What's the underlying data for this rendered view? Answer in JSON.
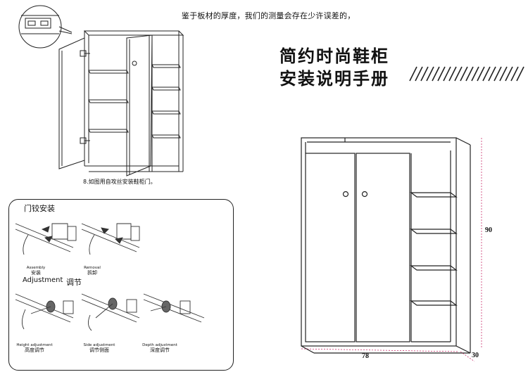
{
  "header": {
    "note": "鉴于板材的厚度，我们的测量会存在少许误差的，",
    "title_line1": "简约时尚鞋柜",
    "title_line2": "安装说明手册"
  },
  "step8": {
    "caption": "8.如图用自攻丝安装鞋柜门。"
  },
  "hinge_section": {
    "title": "门铰安装",
    "assembly": {
      "en": "Assembly",
      "cn": "安装"
    },
    "removal": {
      "en": "Removal",
      "cn": "拆卸"
    },
    "adjustment_title_en": "Adjustment",
    "adjustment_title_cn": "调节",
    "height": {
      "en": "Height adjustment",
      "cn": "高度调节"
    },
    "side": {
      "en": "Side adjustment",
      "cn": "调节侧面"
    },
    "depth": {
      "en": "Depth adjustment",
      "cn": "深度调节"
    }
  },
  "dimensions": {
    "height": "90",
    "width": "78",
    "depth": "30"
  },
  "colors": {
    "line": "#222222",
    "dimension": "#c2185b"
  }
}
